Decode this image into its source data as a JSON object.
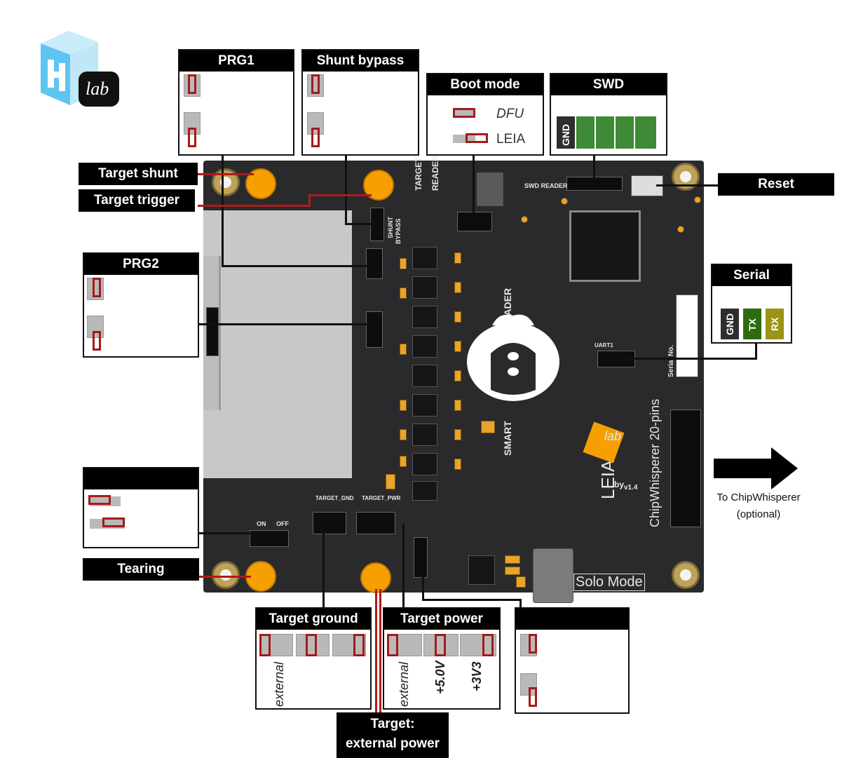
{
  "logo": {
    "text": "lab"
  },
  "callouts": {
    "prg1": "PRG1",
    "shunt_bypass": "Shunt bypass",
    "boot_mode": "Boot mode",
    "boot_dfu": "DFU",
    "boot_leia": "LEIA",
    "swd": "SWD",
    "swd_gnd": "GND",
    "target_shunt": "Target shunt",
    "target_trigger": "Target trigger",
    "prg2": "PRG2",
    "reset": "Reset",
    "serial": "Serial",
    "serial_pins": [
      "GND",
      "TX",
      "RX"
    ],
    "tearing": "Tearing",
    "target_ground": "Target ground",
    "target_ground_external": "external",
    "target_power": "Target power",
    "target_power_labels": [
      "external",
      "+5.0V",
      "+3V3"
    ],
    "target_ext_power_l1": "Target:",
    "target_ext_power_l2": "external power",
    "to_chipwhisperer_l1": "To ChipWhisperer",
    "to_chipwhisperer_l2": "(optional)"
  },
  "board": {
    "swd_reader": "SWD READER",
    "shunt": "SHUNT",
    "bypass": "BYPASS",
    "target": "TARGET",
    "reader": "READER",
    "smart": "SMART",
    "reader2": "READER",
    "uart": "UART1",
    "serial_no": "Serial No.",
    "chipwhisperer": "ChipWhisperer 20-pins",
    "leia": "LEIA",
    "by": "by",
    "version": "v1.4",
    "solo_mode": "Solo Mode",
    "target_gnd": "TARGET_GND",
    "target_pwr": "TARGET_PWR",
    "on": "ON",
    "off": "OFF",
    "lab": "lab"
  },
  "colors": {
    "swd_green": "#3e8a36",
    "tx_green": "#2e6b0e",
    "rx_olive": "#9c9317",
    "jumper_red": "#a41a1a",
    "trigger_wire": "#b01a1a"
  }
}
